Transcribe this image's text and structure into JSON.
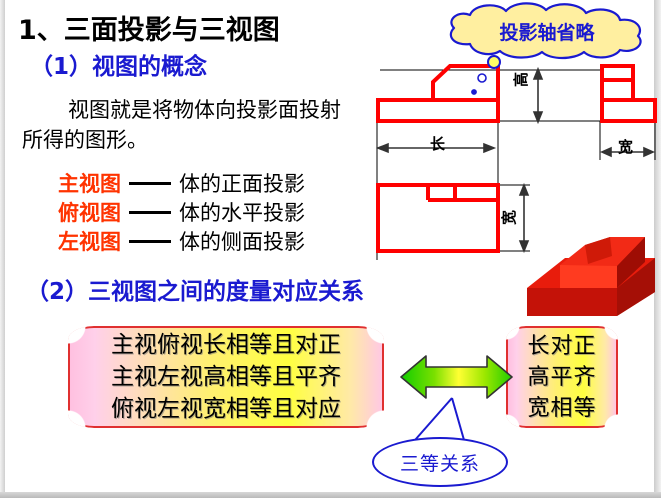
{
  "slide": {
    "title": "1、三面投影与三视图",
    "section1_heading": "（1）视图的概念",
    "section1_body": "视图就是将物体向投影面投射所得的图形。",
    "section2_heading": "（2）三视图之间的度量对应关系"
  },
  "definitions": [
    {
      "name": "主视图",
      "desc": "体的正面投影"
    },
    {
      "name": "俯视图",
      "desc": "体的水平投影"
    },
    {
      "name": "左视图",
      "desc": "体的侧面投影"
    }
  ],
  "cloud_callout": {
    "text": "投影轴省略"
  },
  "drawing": {
    "dimension_labels": {
      "length": "长",
      "height": "高",
      "width": "宽",
      "depth": "宽"
    }
  },
  "rules_banner": {
    "lines": [
      "主视俯视长相等且对正",
      "主视左视高相等且平齐",
      "俯视左视宽相等且对应"
    ]
  },
  "summary_banner": {
    "lines": [
      "长对正",
      "高平齐",
      "宽相等"
    ]
  },
  "ellipse_callout": {
    "text": "三等关系"
  },
  "colors": {
    "title_text": "#000000",
    "heading_blue": "#1a1ad0",
    "view_name_orange": "#ff3300",
    "drawing_red": "#ff0000",
    "banner_border": "#e03030",
    "arrow_green": "#33cc00",
    "arrow_yellow": "#ffff00",
    "cloud_fill": "#ffefa0"
  }
}
